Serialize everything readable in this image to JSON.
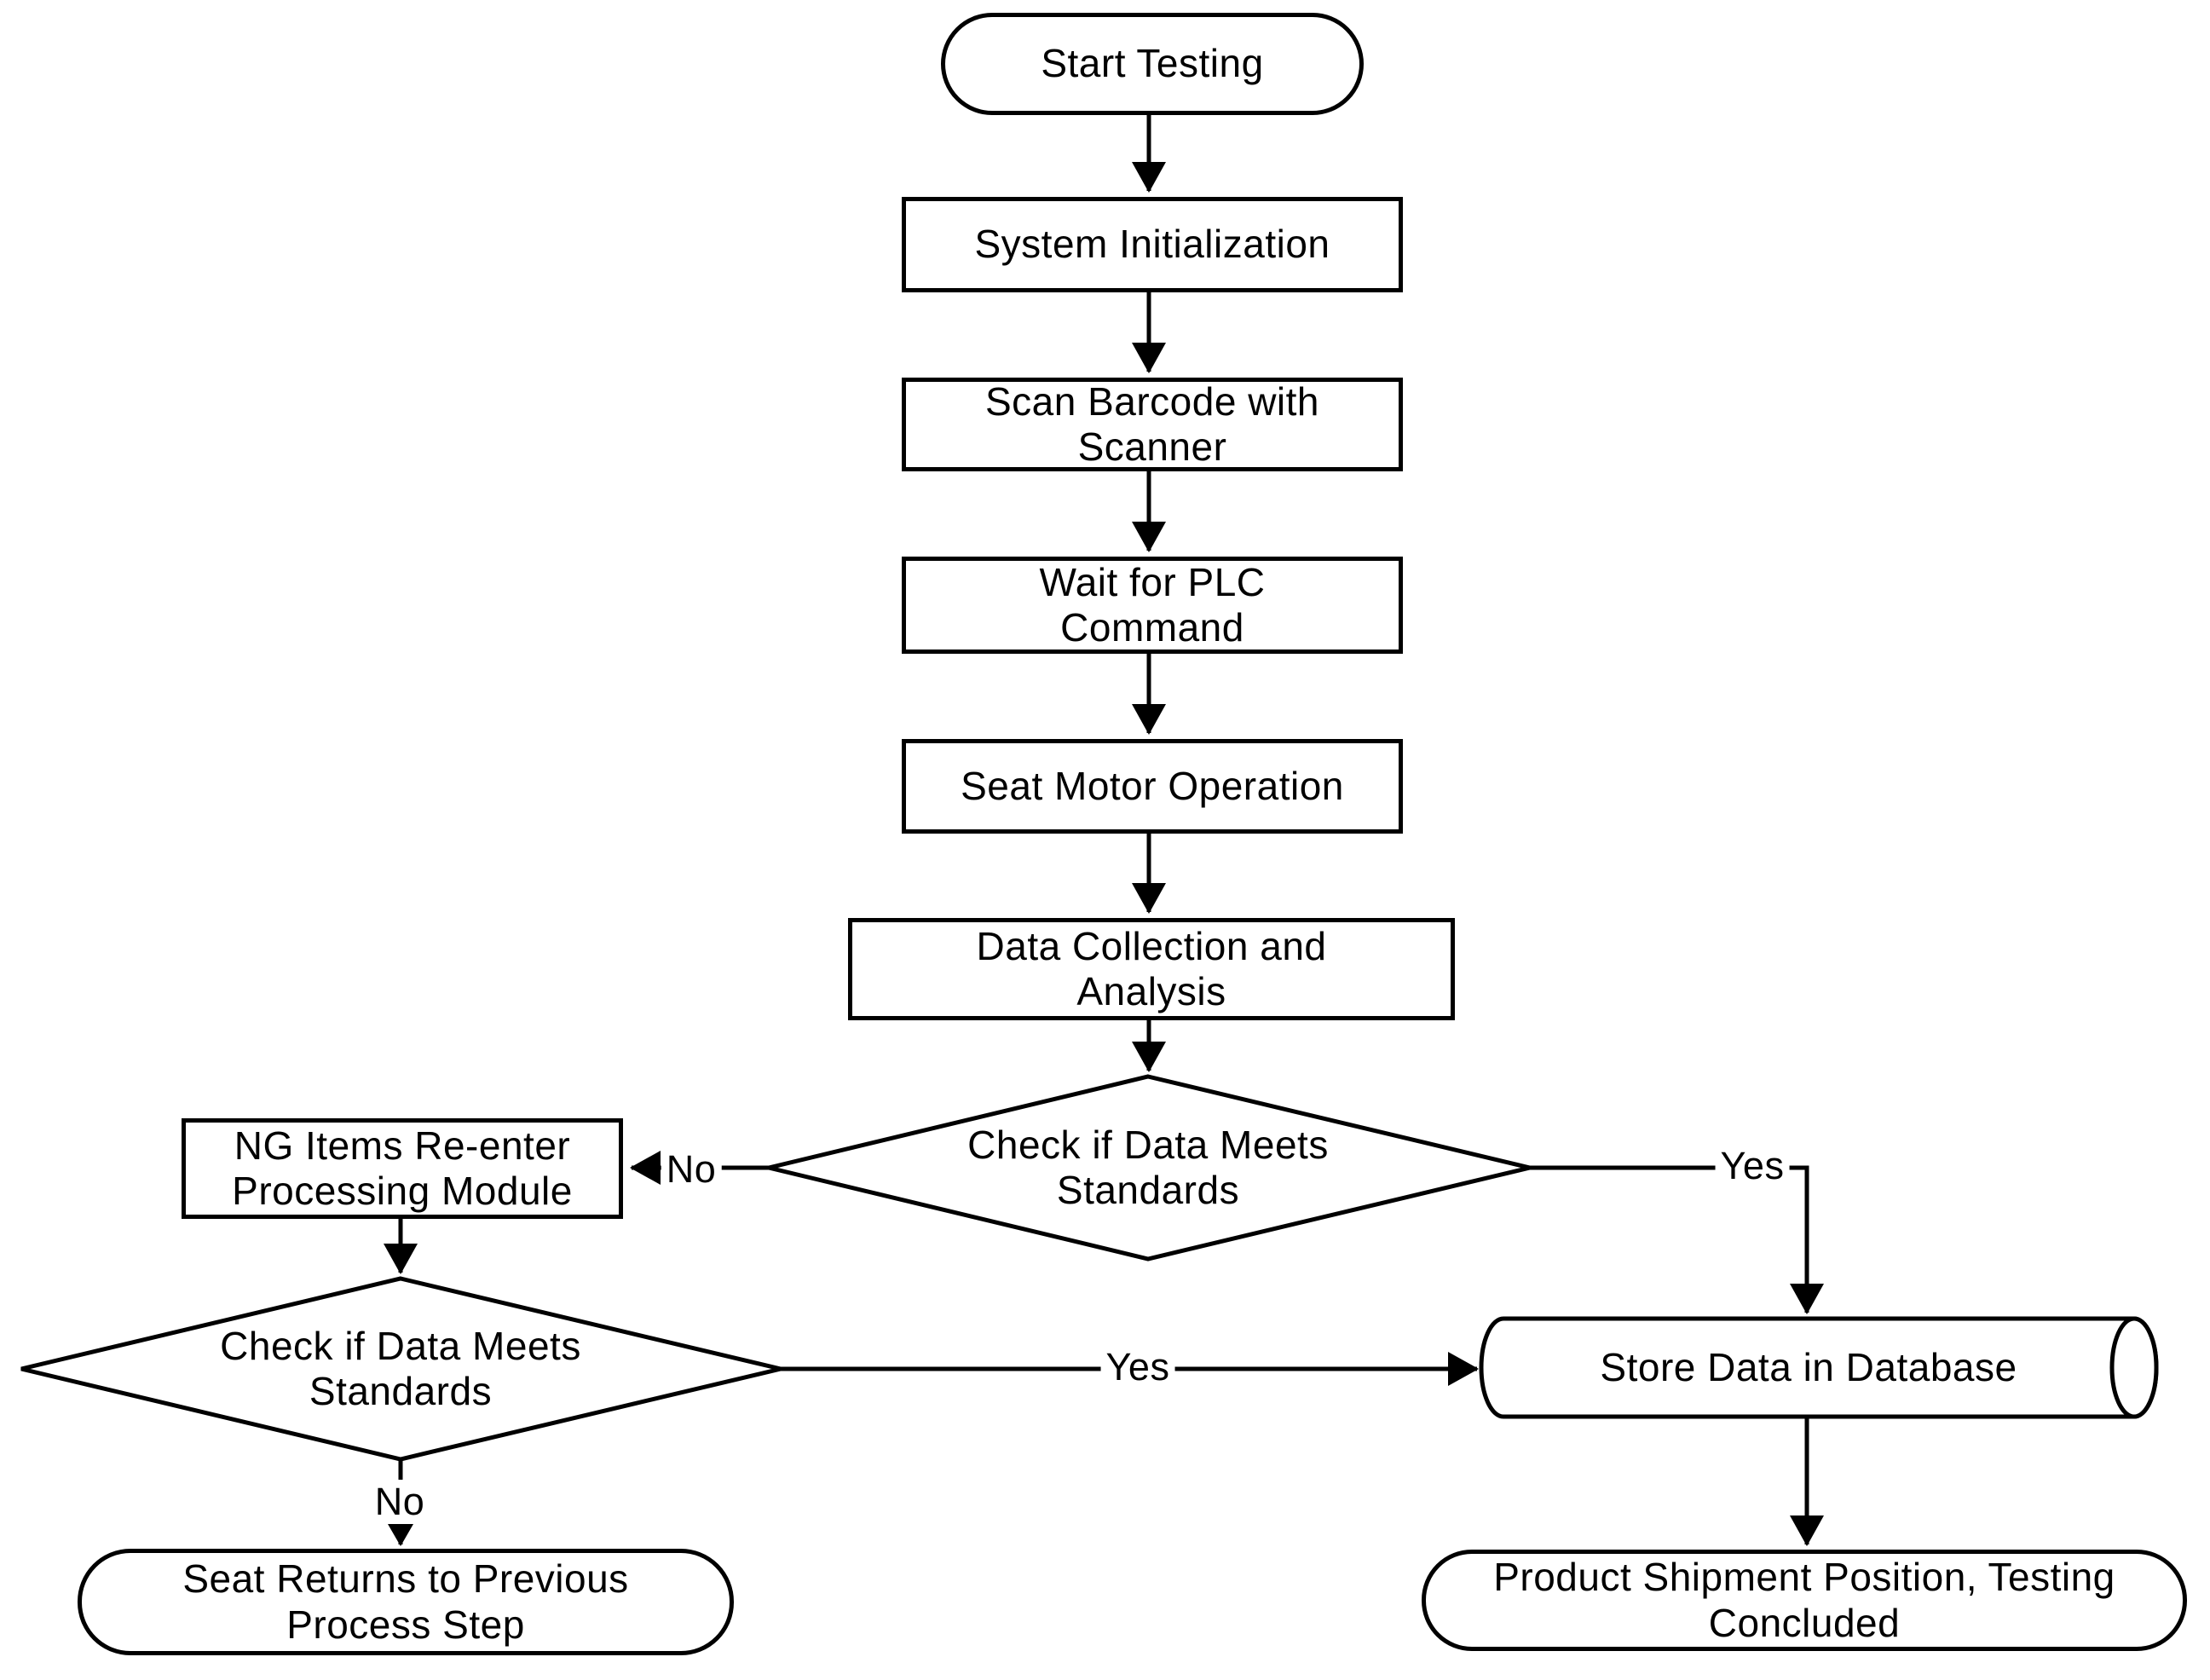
{
  "diagram": {
    "type": "flowchart",
    "nodes": [
      {
        "id": "start",
        "shape": "terminator",
        "label": "Start Testing"
      },
      {
        "id": "system_init",
        "shape": "process",
        "label": "System Initialization"
      },
      {
        "id": "scan_barcode",
        "shape": "process",
        "label": "Scan Barcode with\nScanner"
      },
      {
        "id": "wait_plc",
        "shape": "process",
        "label": "Wait for PLC\nCommand"
      },
      {
        "id": "seat_motor",
        "shape": "process",
        "label": "Seat Motor Operation"
      },
      {
        "id": "data_collection",
        "shape": "process",
        "label": "Data Collection and\nAnalysis"
      },
      {
        "id": "check_1",
        "shape": "decision",
        "label": "Check if Data Meets\nStandards"
      },
      {
        "id": "ng_items",
        "shape": "process",
        "label": "NG Items Re-enter\nProcessing Module"
      },
      {
        "id": "check_2",
        "shape": "decision",
        "label": "Check if Data Meets\nStandards"
      },
      {
        "id": "seat_returns",
        "shape": "terminator",
        "label": "Seat Returns to Previous\nProcess Step"
      },
      {
        "id": "store_data",
        "shape": "database",
        "label": "Store Data in Database"
      },
      {
        "id": "shipment",
        "shape": "terminator",
        "label": "Product Shipment Position, Testing\nConcluded"
      }
    ],
    "edges": [
      {
        "from": "start",
        "to": "system_init",
        "label": ""
      },
      {
        "from": "system_init",
        "to": "scan_barcode",
        "label": ""
      },
      {
        "from": "scan_barcode",
        "to": "wait_plc",
        "label": ""
      },
      {
        "from": "wait_plc",
        "to": "seat_motor",
        "label": ""
      },
      {
        "from": "seat_motor",
        "to": "data_collection",
        "label": ""
      },
      {
        "from": "data_collection",
        "to": "check_1",
        "label": ""
      },
      {
        "from": "check_1",
        "to": "ng_items",
        "label": "No"
      },
      {
        "from": "check_1",
        "to": "store_data",
        "label": "Yes"
      },
      {
        "from": "ng_items",
        "to": "check_2",
        "label": ""
      },
      {
        "from": "check_2",
        "to": "store_data",
        "label": "Yes"
      },
      {
        "from": "check_2",
        "to": "seat_returns",
        "label": "No"
      },
      {
        "from": "store_data",
        "to": "shipment",
        "label": ""
      }
    ],
    "colors": {
      "stroke": "#000000",
      "fill": "#ffffff",
      "text": "#000000"
    }
  }
}
